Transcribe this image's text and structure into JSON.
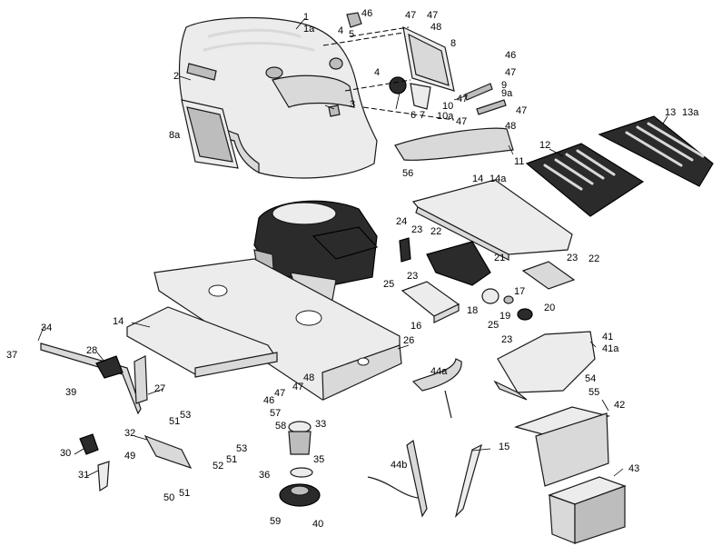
{
  "callouts": [
    {
      "id": "c1",
      "text": "1"
    },
    {
      "id": "c1a",
      "text": "1a"
    },
    {
      "id": "c2",
      "text": "2"
    },
    {
      "id": "c3",
      "text": "3"
    },
    {
      "id": "c4a",
      "text": "4"
    },
    {
      "id": "c4b",
      "text": "4"
    },
    {
      "id": "c5",
      "text": "5"
    },
    {
      "id": "c6",
      "text": "6"
    },
    {
      "id": "c7",
      "text": "7"
    },
    {
      "id": "c8",
      "text": "8"
    },
    {
      "id": "c8a",
      "text": "8a"
    },
    {
      "id": "c9",
      "text": "9"
    },
    {
      "id": "c9a",
      "text": "9a"
    },
    {
      "id": "c10",
      "text": "10"
    },
    {
      "id": "c10a",
      "text": "10a"
    },
    {
      "id": "c11",
      "text": "11"
    },
    {
      "id": "c12",
      "text": "12"
    },
    {
      "id": "c13",
      "text": "13"
    },
    {
      "id": "c13a",
      "text": "13a"
    },
    {
      "id": "c14a",
      "text": "14"
    },
    {
      "id": "c14b",
      "text": "14a"
    },
    {
      "id": "c14c",
      "text": "14"
    },
    {
      "id": "c15",
      "text": "15"
    },
    {
      "id": "c16",
      "text": "16"
    },
    {
      "id": "c17",
      "text": "17"
    },
    {
      "id": "c18",
      "text": "18"
    },
    {
      "id": "c19",
      "text": "19"
    },
    {
      "id": "c20",
      "text": "20"
    },
    {
      "id": "c21",
      "text": "21"
    },
    {
      "id": "c22a",
      "text": "22"
    },
    {
      "id": "c22b",
      "text": "22"
    },
    {
      "id": "c23a",
      "text": "23"
    },
    {
      "id": "c23b",
      "text": "23"
    },
    {
      "id": "c23c",
      "text": "23"
    },
    {
      "id": "c23d",
      "text": "23"
    },
    {
      "id": "c24",
      "text": "24"
    },
    {
      "id": "c25a",
      "text": "25"
    },
    {
      "id": "c25b",
      "text": "25"
    },
    {
      "id": "c26",
      "text": "26"
    },
    {
      "id": "c27",
      "text": "27"
    },
    {
      "id": "c28",
      "text": "28"
    },
    {
      "id": "c30",
      "text": "30"
    },
    {
      "id": "c31",
      "text": "31"
    },
    {
      "id": "c32",
      "text": "32"
    },
    {
      "id": "c33",
      "text": "33"
    },
    {
      "id": "c34",
      "text": "34"
    },
    {
      "id": "c35",
      "text": "35"
    },
    {
      "id": "c36",
      "text": "36"
    },
    {
      "id": "c37",
      "text": "37"
    },
    {
      "id": "c39",
      "text": "39"
    },
    {
      "id": "c40",
      "text": "40"
    },
    {
      "id": "c41",
      "text": "41"
    },
    {
      "id": "c41a",
      "text": "41a"
    },
    {
      "id": "c42",
      "text": "42"
    },
    {
      "id": "c43",
      "text": "43"
    },
    {
      "id": "c44a",
      "text": "44a"
    },
    {
      "id": "c44b",
      "text": "44b"
    },
    {
      "id": "c46a",
      "text": "46"
    },
    {
      "id": "c46b",
      "text": "46"
    },
    {
      "id": "c46c",
      "text": "46"
    },
    {
      "id": "c47a",
      "text": "47"
    },
    {
      "id": "c47b",
      "text": "47"
    },
    {
      "id": "c47c",
      "text": "47"
    },
    {
      "id": "c47d",
      "text": "47"
    },
    {
      "id": "c47e",
      "text": "47"
    },
    {
      "id": "c47f",
      "text": "47"
    },
    {
      "id": "c47g",
      "text": "47"
    },
    {
      "id": "c47h",
      "text": "47"
    },
    {
      "id": "c48a",
      "text": "48"
    },
    {
      "id": "c48b",
      "text": "48"
    },
    {
      "id": "c48c",
      "text": "48"
    },
    {
      "id": "c49",
      "text": "49"
    },
    {
      "id": "c50",
      "text": "50"
    },
    {
      "id": "c51a",
      "text": "51"
    },
    {
      "id": "c51b",
      "text": "51"
    },
    {
      "id": "c51c",
      "text": "51"
    },
    {
      "id": "c52",
      "text": "52"
    },
    {
      "id": "c53a",
      "text": "53"
    },
    {
      "id": "c53b",
      "text": "53"
    },
    {
      "id": "c54",
      "text": "54"
    },
    {
      "id": "c55",
      "text": "55"
    },
    {
      "id": "c56",
      "text": "56"
    },
    {
      "id": "c57",
      "text": "57"
    },
    {
      "id": "c58",
      "text": "58"
    },
    {
      "id": "c59",
      "text": "59"
    }
  ],
  "colors": {
    "line": "#1a1a1a",
    "part_fill": "#d9d9d9",
    "dark_fill": "#2b2b2b",
    "background": "#ffffff"
  }
}
